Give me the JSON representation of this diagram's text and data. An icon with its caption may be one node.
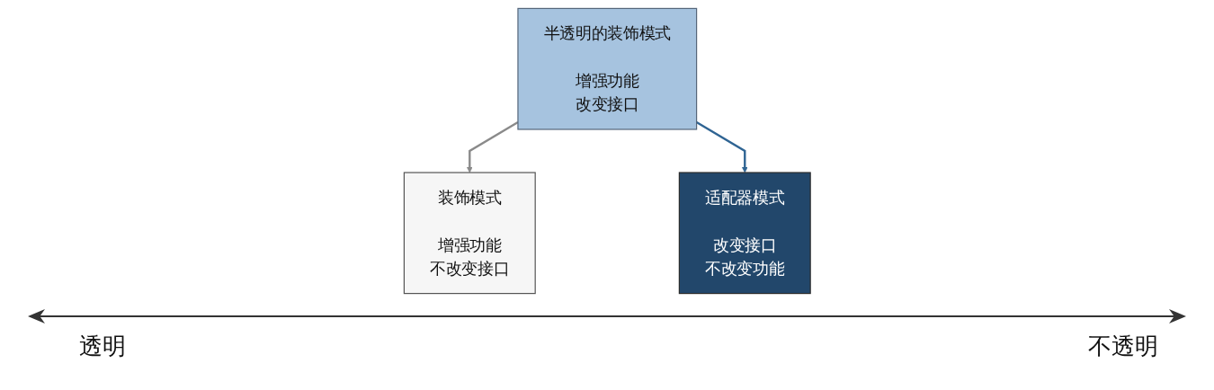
{
  "diagram": {
    "nodes": [
      {
        "text": [
          "装饰模式",
          "增强功能",
          "不改变接口"
        ]
      },
      {
        "text": [
          "半透明的装饰模式",
          "增强功能",
          "改变接口"
        ]
      },
      {
        "text": [
          "适配器模式",
          "改变接口",
          "不改变功能"
        ]
      }
    ],
    "edges": [
      {
        "from": 1,
        "to": 0,
        "arrow": "to"
      },
      {
        "from": 1,
        "to": 2,
        "arrow": "to",
        "color": "#2f6493"
      }
    ],
    "labels": [
      "透明",
      "不透明"
    ]
  }
}
